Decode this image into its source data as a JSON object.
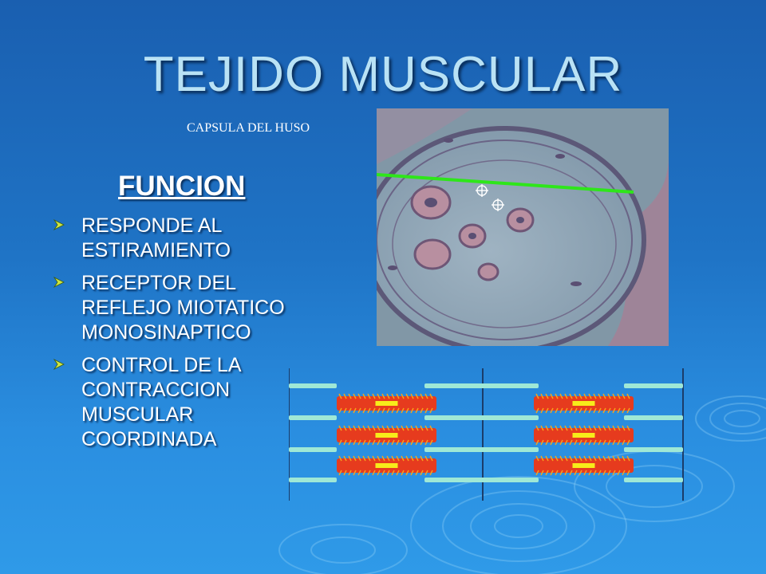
{
  "slide": {
    "title": "TEJIDO MUSCULAR",
    "caption": "CAPSULA DEL HUSO",
    "heading": "FUNCION",
    "bullets": [
      {
        "text": "RESPONDE AL\nESTIRAMIENTO"
      },
      {
        "text": "RECEPTOR DEL\nREFLEJO MIOTATICO\nMONOSINAPTICO"
      },
      {
        "text": "CONTROL DE LA\nCONTRACCION\nMUSCULAR\nCOORDINADA"
      }
    ],
    "bullet_icon": "arrowhead-bullet-icon"
  },
  "colors": {
    "background": "#1f74c6",
    "title": "#b9e2f5",
    "text": "#ffffff",
    "bullet": "#cfe640",
    "actin": "#9fe8d6",
    "myosin": "#e63b1e",
    "m_line": "#f7ec1a",
    "measure_line": "#2ee61a"
  }
}
